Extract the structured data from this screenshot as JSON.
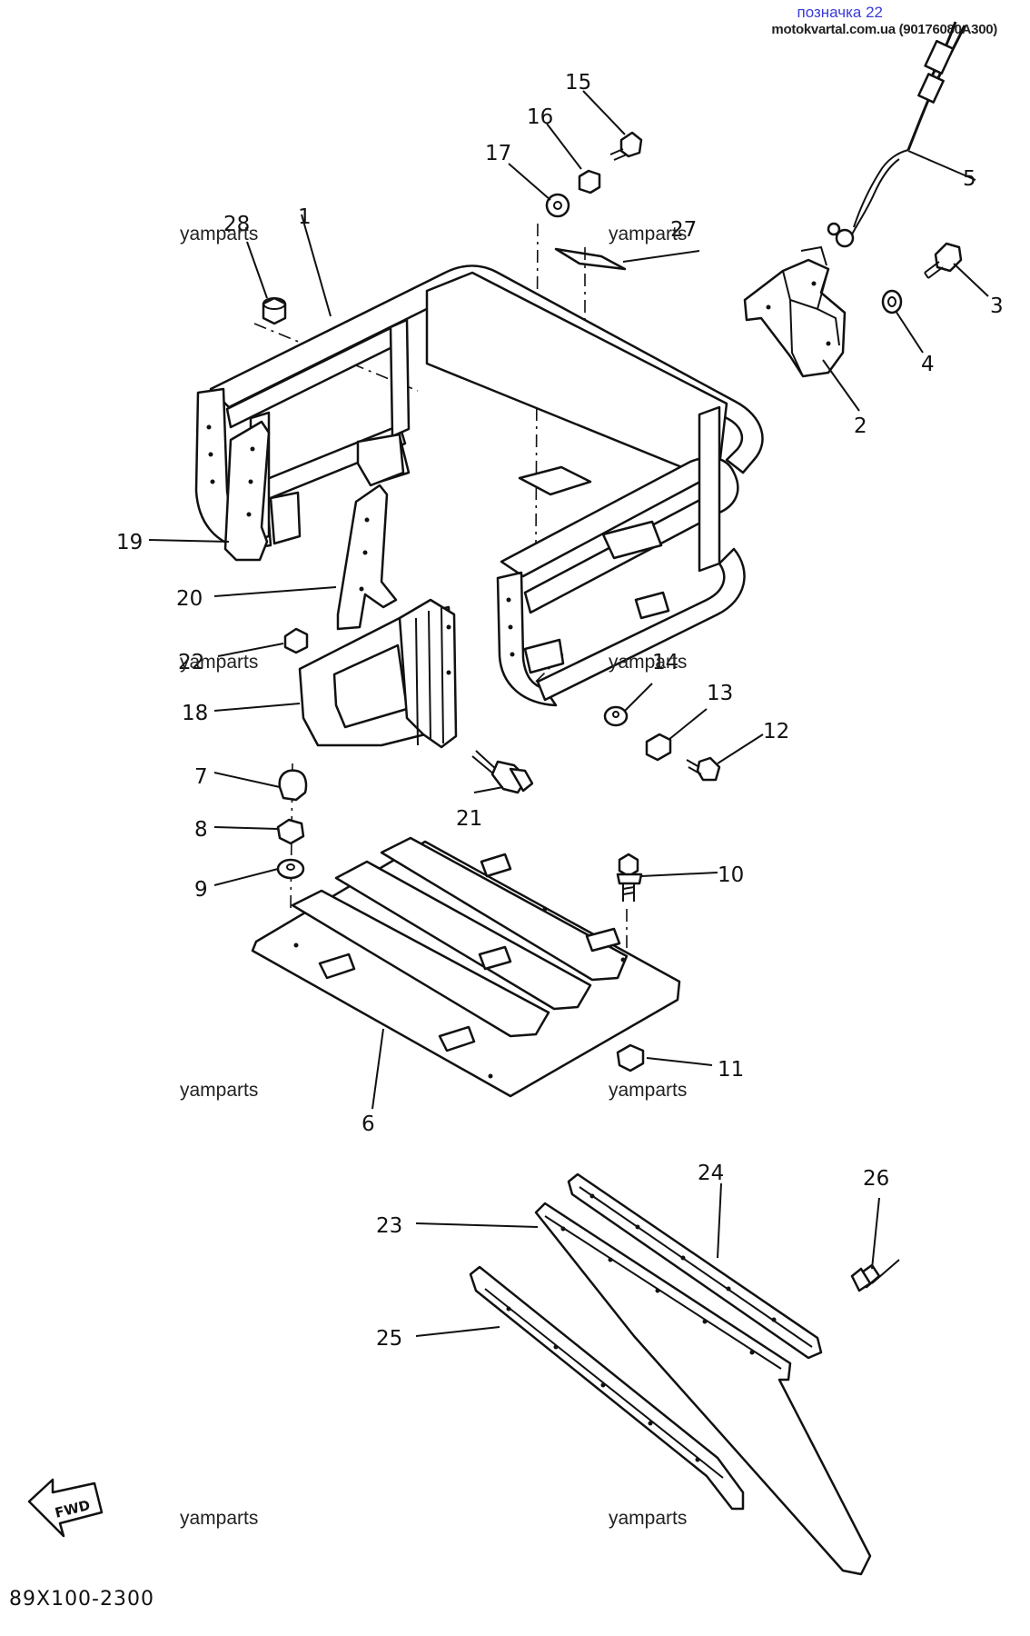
{
  "header": {
    "title": "позначка 22",
    "site": "motokvartal.com.ua (90176080A300)"
  },
  "watermarks": [
    {
      "text": "yamparts"
    },
    {
      "text": "yamparts"
    },
    {
      "text": "yamparts"
    },
    {
      "text": "yamparts"
    },
    {
      "text": "yamparts"
    },
    {
      "text": "yamparts"
    },
    {
      "text": "yamparts"
    },
    {
      "text": "yamparts"
    }
  ],
  "callouts": {
    "c1": "1",
    "c2": "2",
    "c3": "3",
    "c4": "4",
    "c5": "5",
    "c6": "6",
    "c7": "7",
    "c8": "8",
    "c9": "9",
    "c10": "10",
    "c11": "11",
    "c12": "12",
    "c13": "13",
    "c14": "14",
    "c15": "15",
    "c16": "16",
    "c17": "17",
    "c18": "18",
    "c19": "19",
    "c20": "20",
    "c21": "21",
    "c22": "22",
    "c23": "23",
    "c24": "24",
    "c25": "25",
    "c26": "26",
    "c27": "27",
    "c28": "28"
  },
  "fwd_label": "FWD",
  "diagram_code": "89X100-2300"
}
